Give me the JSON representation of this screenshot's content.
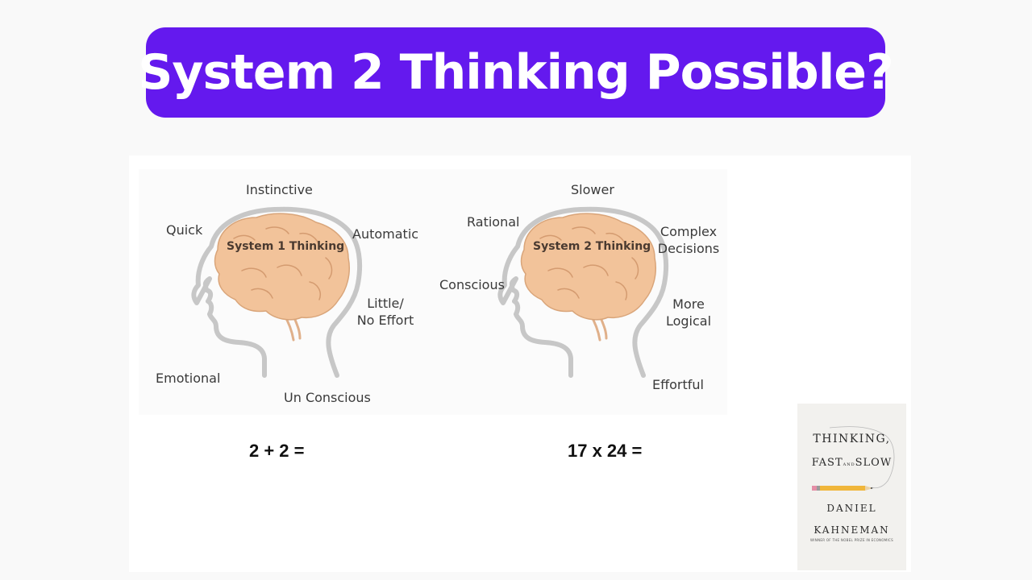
{
  "title": "System 2 Thinking Possible?",
  "colors": {
    "title_bg": "#6419ee",
    "brain": "#f2c39a",
    "brain_outline": "#d9a57a",
    "head_outline": "#c7c7c7"
  },
  "left_head": {
    "center_label": "System 1 Thinking",
    "labels": {
      "top": "Instinctive",
      "upper_left": "Quick",
      "upper_right": "Automatic",
      "right_line1": "Little/",
      "right_line2": "No Effort",
      "lower_left": "Emotional",
      "bottom": "Un Conscious"
    },
    "equation": "2 + 2 ="
  },
  "right_head": {
    "center_label": "System 2 Thinking",
    "labels": {
      "top": "Slower",
      "upper_left": "Rational",
      "upper_right_line1": "Complex",
      "upper_right_line2": "Decisions",
      "left": "Conscious",
      "right_line1": "More",
      "right_line2": "Logical",
      "lower_right": "Effortful"
    },
    "equation": "17 x 24 ="
  },
  "book": {
    "title_line1": "THINKING,",
    "title_line2_a": "FAST",
    "title_line2_and": "AND",
    "title_line2_b": "SLOW",
    "author_line1": "DANIEL",
    "author_line2": "KAHNEMAN",
    "tagline": "WINNER OF THE NOBEL PRIZE IN ECONOMICS"
  }
}
